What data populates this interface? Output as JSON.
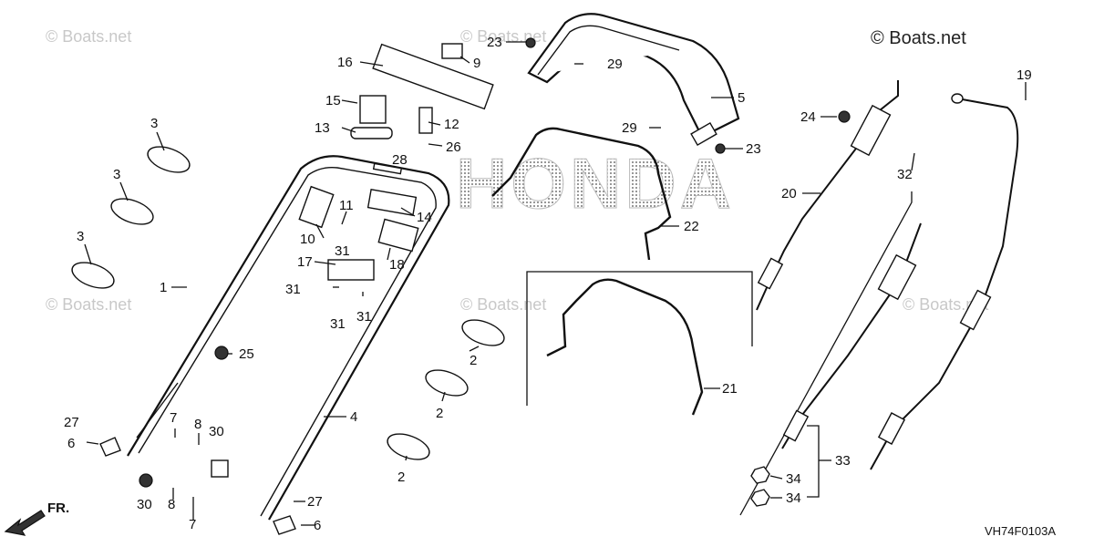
{
  "watermarks": {
    "main": "© Boats.net",
    "faint": "© Boats.net"
  },
  "brand_text": "HONDA",
  "diagram_code": "VH74F0103A",
  "front_marker": "FR.",
  "callouts": {
    "c1": "1",
    "c2a": "2",
    "c2b": "2",
    "c2c": "2",
    "c3a": "3",
    "c3b": "3",
    "c3c": "3",
    "c4": "4",
    "c5": "5",
    "c6a": "6",
    "c6b": "6",
    "c7a": "7",
    "c7b": "7",
    "c8a": "8",
    "c8b": "8",
    "c9": "9",
    "c10": "10",
    "c11": "11",
    "c12": "12",
    "c13": "13",
    "c14": "14",
    "c15": "15",
    "c16": "16",
    "c17": "17",
    "c18": "18",
    "c19": "19",
    "c20": "20",
    "c21": "21",
    "c22": "22",
    "c23a": "23",
    "c23b": "23",
    "c24": "24",
    "c25": "25",
    "c26": "26",
    "c27a": "27",
    "c27b": "27",
    "c28": "28",
    "c29a": "29",
    "c29b": "29",
    "c30a": "30",
    "c30b": "30",
    "c31a": "31",
    "c31b": "31",
    "c31c": "31",
    "c31d": "31",
    "c32": "32",
    "c33": "33",
    "c34a": "34",
    "c34b": "34"
  }
}
